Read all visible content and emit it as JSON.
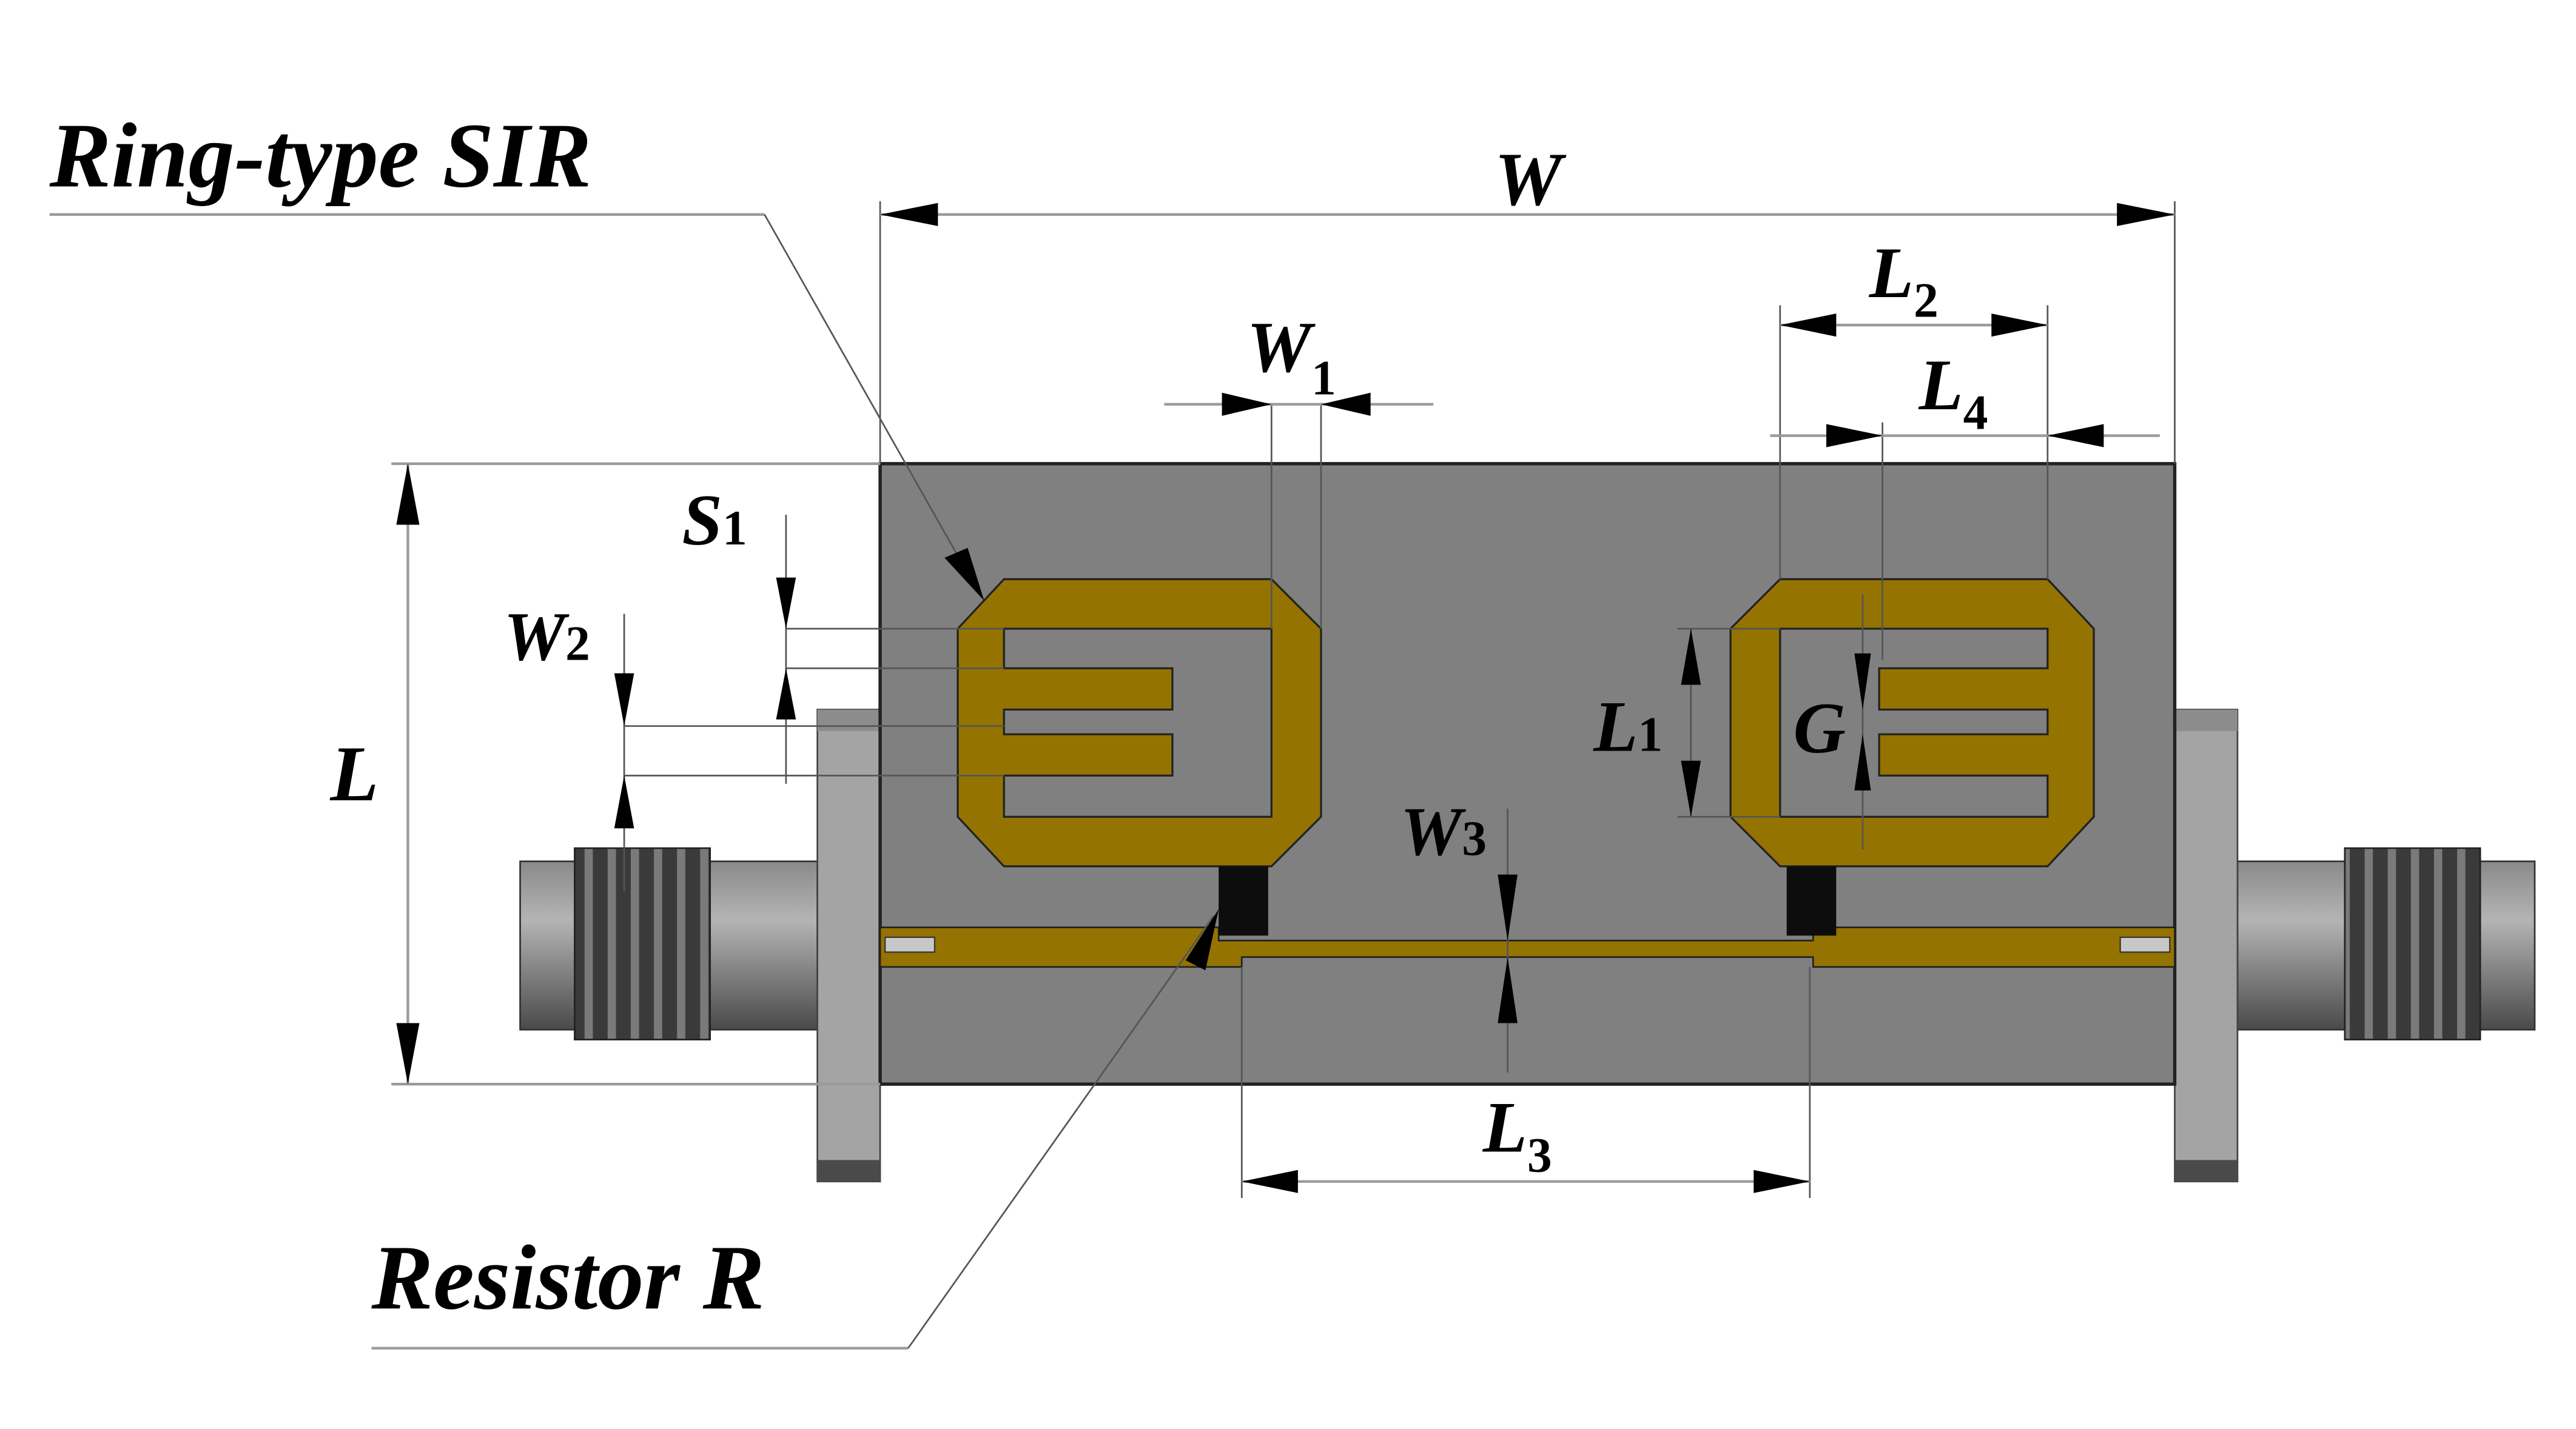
{
  "figure": {
    "callouts": {
      "ring_sir": "Ring-type SIR",
      "resistor": "Resistor R"
    },
    "dimensions": {
      "W": {
        "main": "W",
        "sub": ""
      },
      "W1": {
        "main": "W",
        "sub": "1"
      },
      "W2": {
        "main": "W",
        "sub": "2"
      },
      "W3": {
        "main": "W",
        "sub": "3"
      },
      "S1": {
        "main": "S",
        "sub": "1"
      },
      "L": {
        "main": "L",
        "sub": ""
      },
      "L1": {
        "main": "L",
        "sub": "1"
      },
      "L2": {
        "main": "L",
        "sub": "2"
      },
      "L3": {
        "main": "L",
        "sub": "3"
      },
      "L4": {
        "main": "L",
        "sub": "4"
      },
      "G": {
        "main": "G",
        "sub": ""
      }
    },
    "colors": {
      "substrate": "#808080",
      "copper": "#957300",
      "resistor": "#0d0d0d",
      "connector": "#a0a0a0",
      "background": "#ffffff"
    }
  }
}
